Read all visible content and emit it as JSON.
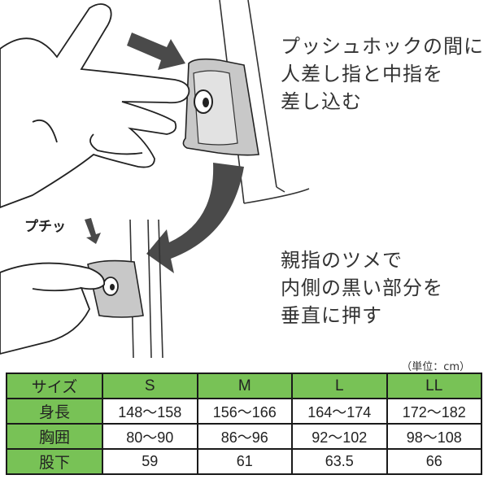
{
  "instructions": {
    "step1": [
      "プッシュホックの間に",
      "人差し指と中指を",
      "差し込む"
    ],
    "step2": [
      "親指のツメで",
      "内側の黒い部分を",
      "垂直に押す"
    ],
    "snap_sound": "プチッ"
  },
  "unit_note": "（単位：cm）",
  "table": {
    "header": [
      "サイズ",
      "S",
      "M",
      "L",
      "LL"
    ],
    "rows": [
      {
        "label": "身長",
        "values": [
          "148～158",
          "156～166",
          "164～174",
          "172～182"
        ]
      },
      {
        "label": "胸囲",
        "values": [
          "80～90",
          "86～96",
          "92～102",
          "98～108"
        ]
      },
      {
        "label": "股下",
        "values": [
          "59",
          "61",
          "63.5",
          "66"
        ]
      }
    ]
  },
  "colors": {
    "header_bg": "#78c256",
    "border": "#1a1a1a",
    "arrow": "#4a4a4a"
  }
}
